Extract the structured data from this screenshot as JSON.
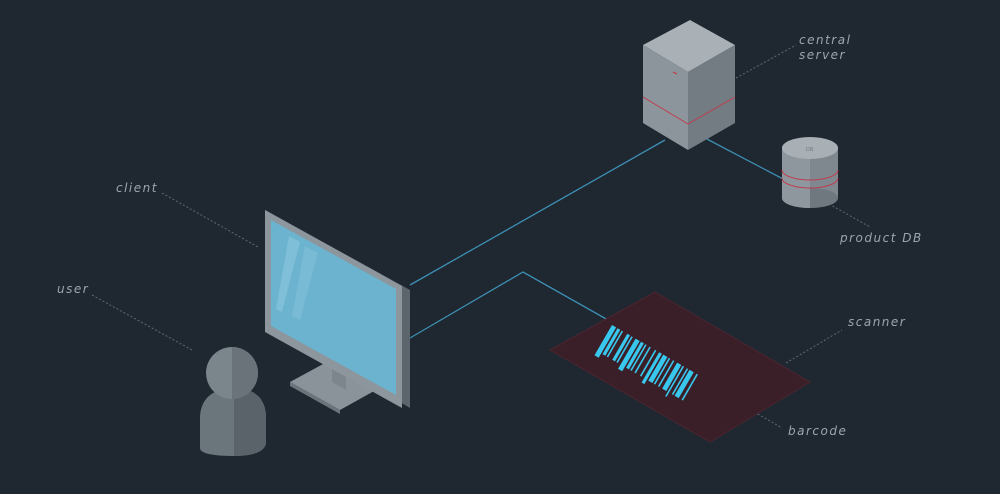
{
  "labels": {
    "server_line1": "central",
    "server_line2": "server",
    "db": "product DB",
    "client": "client",
    "user": "user",
    "scanner": "scanner",
    "barcode": "barcode"
  },
  "icons": {
    "user": "user-icon",
    "client": "monitor-icon",
    "server": "server-icon",
    "db": "database-icon",
    "scanner": "scanner-pad-icon",
    "barcode": "barcode-icon"
  },
  "colors": {
    "background": "#1f2730",
    "connector": "#3d8fb3",
    "leader": "#5f6a73",
    "screen": "#6bb3cf",
    "barcode": "#38c8ee",
    "scanner_pad": "#3a1e28",
    "accent_red": "#c23a4a"
  }
}
